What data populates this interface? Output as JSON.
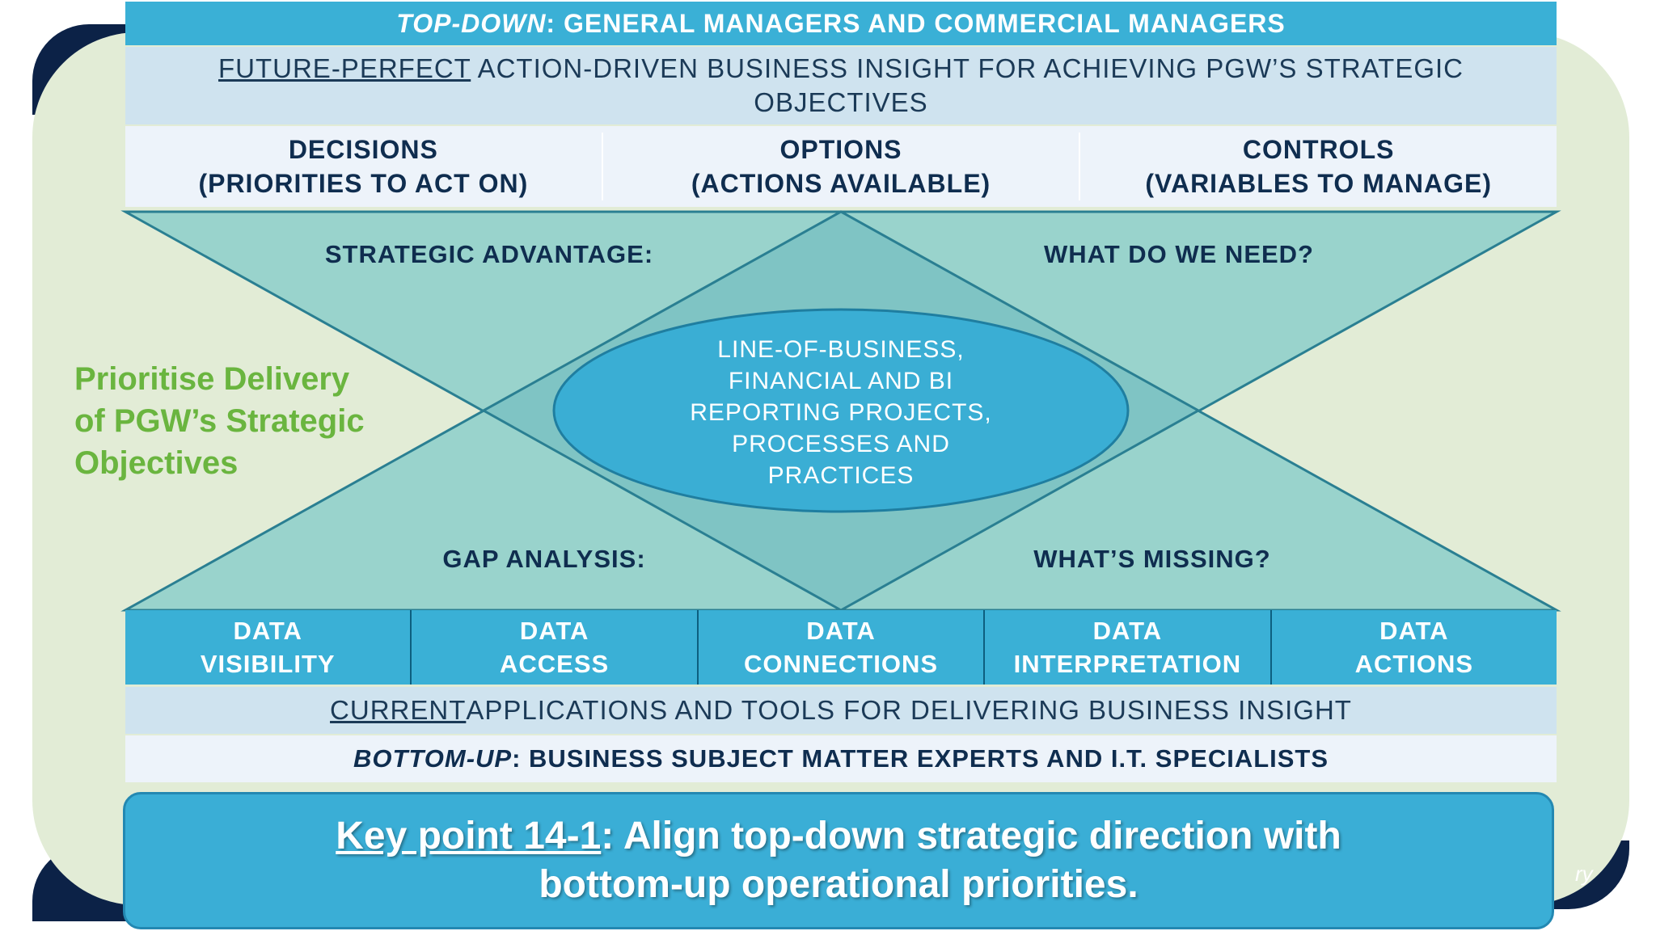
{
  "header": {
    "top_lead": "TOP-DOWN",
    "top_rest": ": GENERAL MANAGERS AND COMMERCIAL MANAGERS",
    "future_lead": "FUTURE-PERFECT",
    "future_rest_1": " ACTION-DRIVEN BUSINESS INSIGHT FOR ACHIEVING PGW’S STRATEGIC",
    "future_rest_2": "OBJECTIVES"
  },
  "columns": [
    {
      "title": "DECISIONS",
      "subtitle": "(PRIORITIES TO ACT ON)"
    },
    {
      "title": "OPTIONS",
      "subtitle": "(ACTIONS AVAILABLE)"
    },
    {
      "title": "CONTROLS",
      "subtitle": "(VARIABLES TO MANAGE)"
    }
  ],
  "diagram": {
    "top_left": "STRATEGIC ADVANTAGE:",
    "top_right": "WHAT DO WE NEED?",
    "bottom_left": "GAP ANALYSIS:",
    "bottom_right": "WHAT’S MISSING?",
    "center_lines": [
      "LINE-OF-BUSINESS,",
      "FINANCIAL AND BI",
      "REPORTING PROJECTS,",
      "PROCESSES AND",
      "PRACTICES"
    ]
  },
  "side_text": [
    "Prioritise Delivery",
    "of PGW’s Strategic",
    "Objectives"
  ],
  "data_cells": [
    {
      "line1": "DATA",
      "line2": "VISIBILITY"
    },
    {
      "line1": "DATA",
      "line2": "ACCESS"
    },
    {
      "line1": "DATA",
      "line2": "CONNECTIONS"
    },
    {
      "line1": "DATA",
      "line2": "INTERPRETATION"
    },
    {
      "line1": "DATA",
      "line2": "ACTIONS"
    }
  ],
  "current": {
    "lead": "CURRENT",
    "rest": " APPLICATIONS AND TOOLS FOR DELIVERING BUSINESS INSIGHT"
  },
  "bottom": {
    "lead": "BOTTOM-UP",
    "rest": ": BUSINESS SUBJECT MATTER EXPERTS AND I.T. SPECIALISTS"
  },
  "keypoint": {
    "head": "Key point 14-1",
    "rest_1": ": Align top-down strategic direction with",
    "rest_2": "bottom-up operational priorities."
  },
  "fragment": "ry",
  "colors": {
    "accent_blue": "#3ab0d6",
    "teal_fill": "#99d3cc",
    "navy": "#0c2247",
    "green_text": "#6ab53f",
    "background": "#e2ecd6"
  }
}
